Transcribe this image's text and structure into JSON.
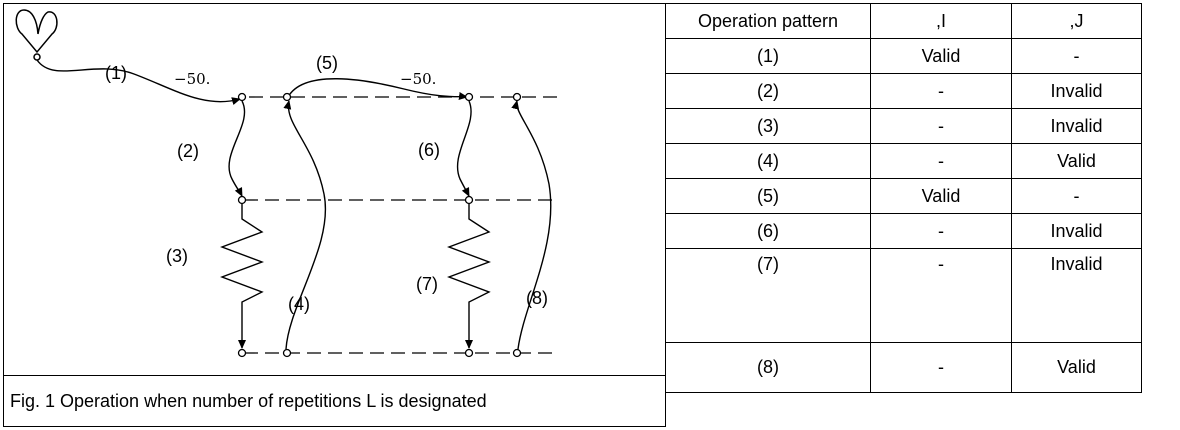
{
  "table": {
    "headers": [
      "Operation pattern",
      ",I",
      ",J"
    ],
    "rows": [
      [
        "(1)",
        "Valid",
        "-"
      ],
      [
        "(2)",
        "-",
        "Invalid"
      ],
      [
        "(3)",
        "-",
        "Invalid"
      ],
      [
        "(4)",
        "-",
        "Valid"
      ],
      [
        "(5)",
        "Valid",
        "-"
      ],
      [
        "(6)",
        "-",
        "Invalid"
      ],
      [
        "(7)",
        "-",
        "Invalid"
      ],
      [
        "(8)",
        "-",
        "Valid"
      ]
    ]
  },
  "caption": "Fig. 1 Operation when number of repetitions L is designated",
  "diagram": {
    "labels": [
      "(1)",
      "(2)",
      "(3)",
      "(4)",
      "(5)",
      "(6)",
      "(7)",
      "(8)"
    ],
    "values": [
      "−50.",
      "−50."
    ]
  }
}
